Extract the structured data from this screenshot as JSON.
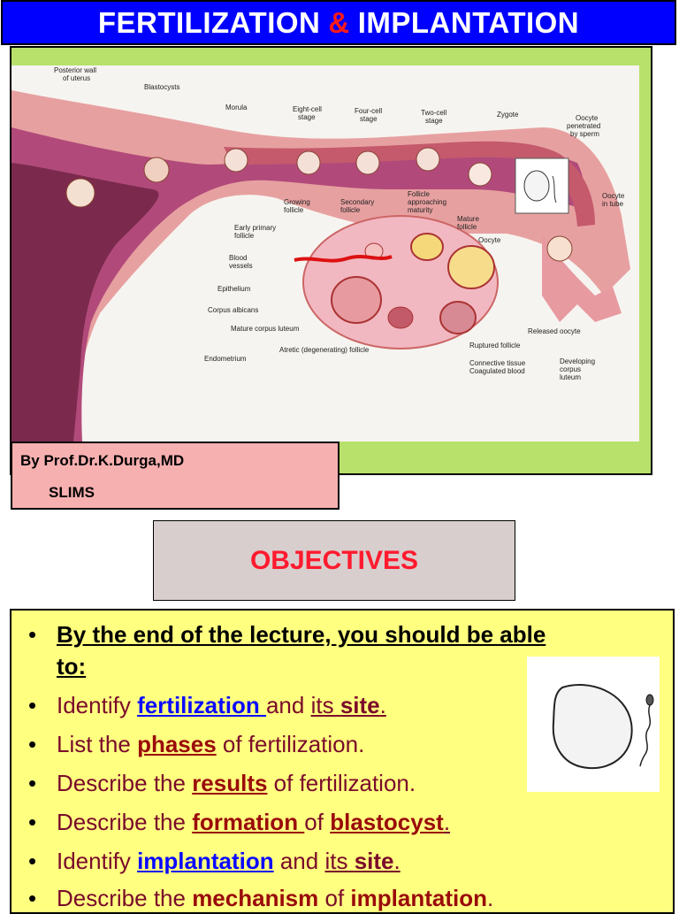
{
  "title": {
    "part1": "FERTILIZATION",
    "amp": "&",
    "part2": "IMPLANTATION"
  },
  "figure": {
    "labels": {
      "posterior_wall": "Posterior wall",
      "of_uterus": "of uterus",
      "blastocysts": "Blastocysts",
      "morula": "Morula",
      "eight_cell_1": "Eight-cell",
      "eight_cell_2": "stage",
      "four_cell_1": "Four-cell",
      "four_cell_2": "stage",
      "two_cell_1": "Two-cell",
      "two_cell_2": "stage",
      "zygote": "Zygote",
      "penetrated_1": "Oocyte",
      "penetrated_2": "penetrated",
      "penetrated_3": "by sperm",
      "oocyte_tube_1": "Oocyte",
      "oocyte_tube_2": "in tube",
      "growing_1": "Growing",
      "growing_2": "follicle",
      "secondary_1": "Secondary",
      "secondary_2": "follicle",
      "approach_1": "Follicle",
      "approach_2": "approaching",
      "approach_3": "maturity",
      "mature_1": "Mature",
      "mature_2": "follicle",
      "oocyte": "Oocyte",
      "early_1": "Early primary",
      "early_2": "follicle",
      "blood_1": "Blood",
      "blood_2": "vessels",
      "epithelium": "Epithelium",
      "albicans": "Corpus albicans",
      "luteum": "Mature corpus luteum",
      "atretic": "Atretic (degenerating) follicle",
      "endometrium": "Endometrium",
      "ruptured": "Ruptured follicle",
      "connective": "Connective tissue",
      "coagulated": "Coagulated blood",
      "released": "Released oocyte",
      "developing_1": "Developing",
      "developing_2": "corpus",
      "developing_3": "luteum"
    }
  },
  "author": {
    "line1": "By Prof.Dr.K.Durga,MD",
    "line2": "SLIMS"
  },
  "objectives": {
    "heading": "OBJECTIVES",
    "intro_line1": "By the end of the lecture, you should be able",
    "intro_line2": "to:",
    "items": [
      {
        "pre": "Identify ",
        "k1": "fertilization ",
        "mid": "and ",
        "k2a": "its ",
        "k2": "site",
        "post": "."
      },
      {
        "pre": "List  the ",
        "k1": "phases",
        "post": " of fertilization."
      },
      {
        "pre": "Describe the ",
        "k1": "results",
        "post": " of fertilization."
      },
      {
        "pre": "Describe the ",
        "k1": "formation ",
        "mid": "of ",
        "k2": "blastocyst",
        "post": "."
      },
      {
        "pre": "Identify ",
        "k1": "implantation",
        "mid": " and ",
        "k2a": "its ",
        "k2": "site",
        "post": "."
      },
      {
        "pre": "Describe the ",
        "k1": "mechanism",
        "mid": " of ",
        "k2": "implantation",
        "post": "."
      }
    ],
    "bullet_symbol": "•"
  },
  "colors": {
    "title_bg": "#0000ff",
    "title_text": "#ffffff",
    "ampersand": "#ff1a1a",
    "figure_frame": "#b7e16a",
    "author_bg": "#f7b0b0",
    "objectives_bg": "#d8cece",
    "objectives_text": "#ff1a2e",
    "bullets_bg": "#ffff80",
    "keyword_blue": "#0a0aff",
    "keyword_red": "#9a0b0b"
  }
}
